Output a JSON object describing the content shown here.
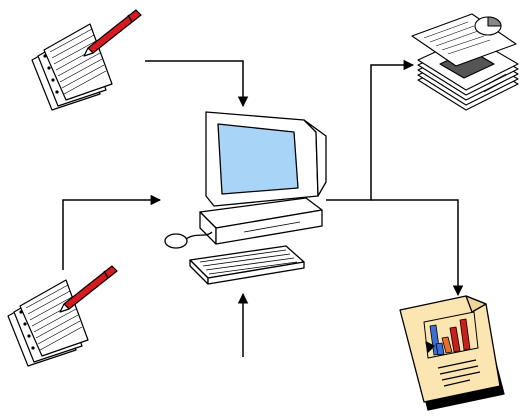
{
  "diagram": {
    "nodes": [
      {
        "id": "notepad-top",
        "kind": "clipart-notepad-with-pen"
      },
      {
        "id": "notepad-bottom",
        "kind": "clipart-notepad-with-pen"
      },
      {
        "id": "computer",
        "kind": "clipart-desktop-computer"
      },
      {
        "id": "document-stack",
        "kind": "clipart-stacked-reports"
      },
      {
        "id": "chart-report",
        "kind": "clipart-bar-chart-document"
      }
    ],
    "connectors": [
      {
        "from": "notepad-top",
        "to": "computer"
      },
      {
        "from": "notepad-bottom",
        "to": "computer"
      },
      {
        "from": "external-input-bottom",
        "to": "computer"
      },
      {
        "from": "computer",
        "to": "document-stack"
      },
      {
        "from": "computer",
        "to": "chart-report"
      }
    ],
    "colors": {
      "line": "#000000",
      "screen": "#a8d4f8",
      "paper": "#ffffff",
      "pen": "#d8191f",
      "report_paper": "#fbe5b0",
      "bar_blue": "#3b6fd8",
      "bar_orange": "#e8702a",
      "bar_red": "#c81e1e"
    }
  }
}
